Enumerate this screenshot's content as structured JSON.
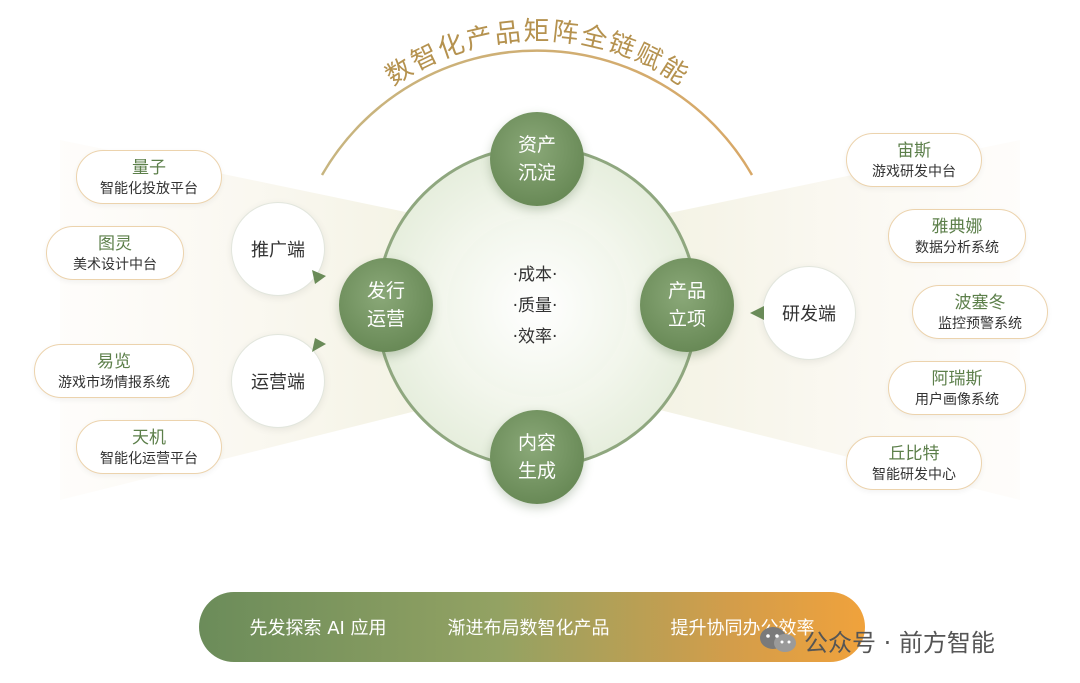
{
  "title": "数智化产品矩阵全链赋能",
  "center": {
    "lines": [
      "·成本·",
      "·质量·",
      "·效率·"
    ]
  },
  "nodes": {
    "top": [
      "资产",
      "沉淀"
    ],
    "left": [
      "发行",
      "运营"
    ],
    "right": [
      "产品",
      "立项"
    ],
    "bottom": [
      "内容",
      "生成"
    ]
  },
  "ends": {
    "promo": "推广端",
    "ops": "运营端",
    "rd": "研发端"
  },
  "left_products": [
    {
      "name": "量子",
      "desc": "智能化投放平台"
    },
    {
      "name": "图灵",
      "desc": "美术设计中台"
    },
    {
      "name": "易览",
      "desc": "游戏市场情报系统"
    },
    {
      "name": "天机",
      "desc": "智能化运营平台"
    }
  ],
  "right_products": [
    {
      "name": "宙斯",
      "desc": "游戏研发中台"
    },
    {
      "name": "雅典娜",
      "desc": "数据分析系统"
    },
    {
      "name": "波塞冬",
      "desc": "监控预警系统"
    },
    {
      "name": "阿瑞斯",
      "desc": "用户画像系统"
    },
    {
      "name": "丘比特",
      "desc": "智能研发中心"
    }
  ],
  "bottom_bar": [
    "先发探索 AI 应用",
    "渐进布局数智化产品",
    "提升协同办公效率"
  ],
  "watermark": {
    "icon": "wechat-icon",
    "text": "公众号 · 前方智能"
  },
  "colors": {
    "green": "#6a8b58",
    "orange": "#f0a23c",
    "beige_border": "#ecd3ad"
  }
}
